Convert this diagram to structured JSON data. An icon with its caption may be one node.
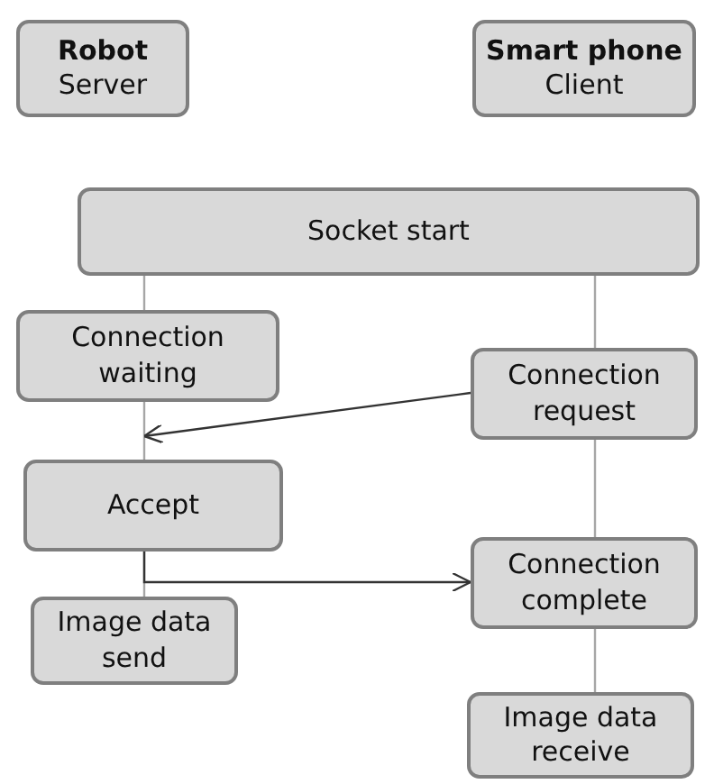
{
  "diagram": {
    "nodes": [
      {
        "text": [
          "Robot",
          "Server"
        ]
      },
      {
        "text": [
          "Smart phone",
          "Client"
        ]
      },
      {
        "text": [
          "Socket start"
        ]
      },
      {
        "text": [
          "Connection waiting"
        ]
      },
      {
        "text": [
          "Connection request"
        ]
      },
      {
        "text": [
          "Accept"
        ]
      },
      {
        "text": [
          "Connection complete"
        ]
      },
      {
        "text": [
          "Image data send"
        ]
      },
      {
        "text": [
          "Image data receive"
        ]
      }
    ],
    "edges": [
      {
        "from": 2,
        "to": 3,
        "arrow": "none"
      },
      {
        "from": 3,
        "to": 5,
        "arrow": "none"
      },
      {
        "from": 5,
        "to": 7,
        "arrow": "none"
      },
      {
        "from": 2,
        "to": 4,
        "arrow": "none"
      },
      {
        "from": 4,
        "to": 6,
        "arrow": "none"
      },
      {
        "from": 6,
        "to": 8,
        "arrow": "none"
      },
      {
        "from": 4,
        "to": 5,
        "arrow": "to",
        "color": "#333333"
      },
      {
        "from": 5,
        "to": 6,
        "arrow": "to",
        "color": "#333333"
      }
    ]
  }
}
